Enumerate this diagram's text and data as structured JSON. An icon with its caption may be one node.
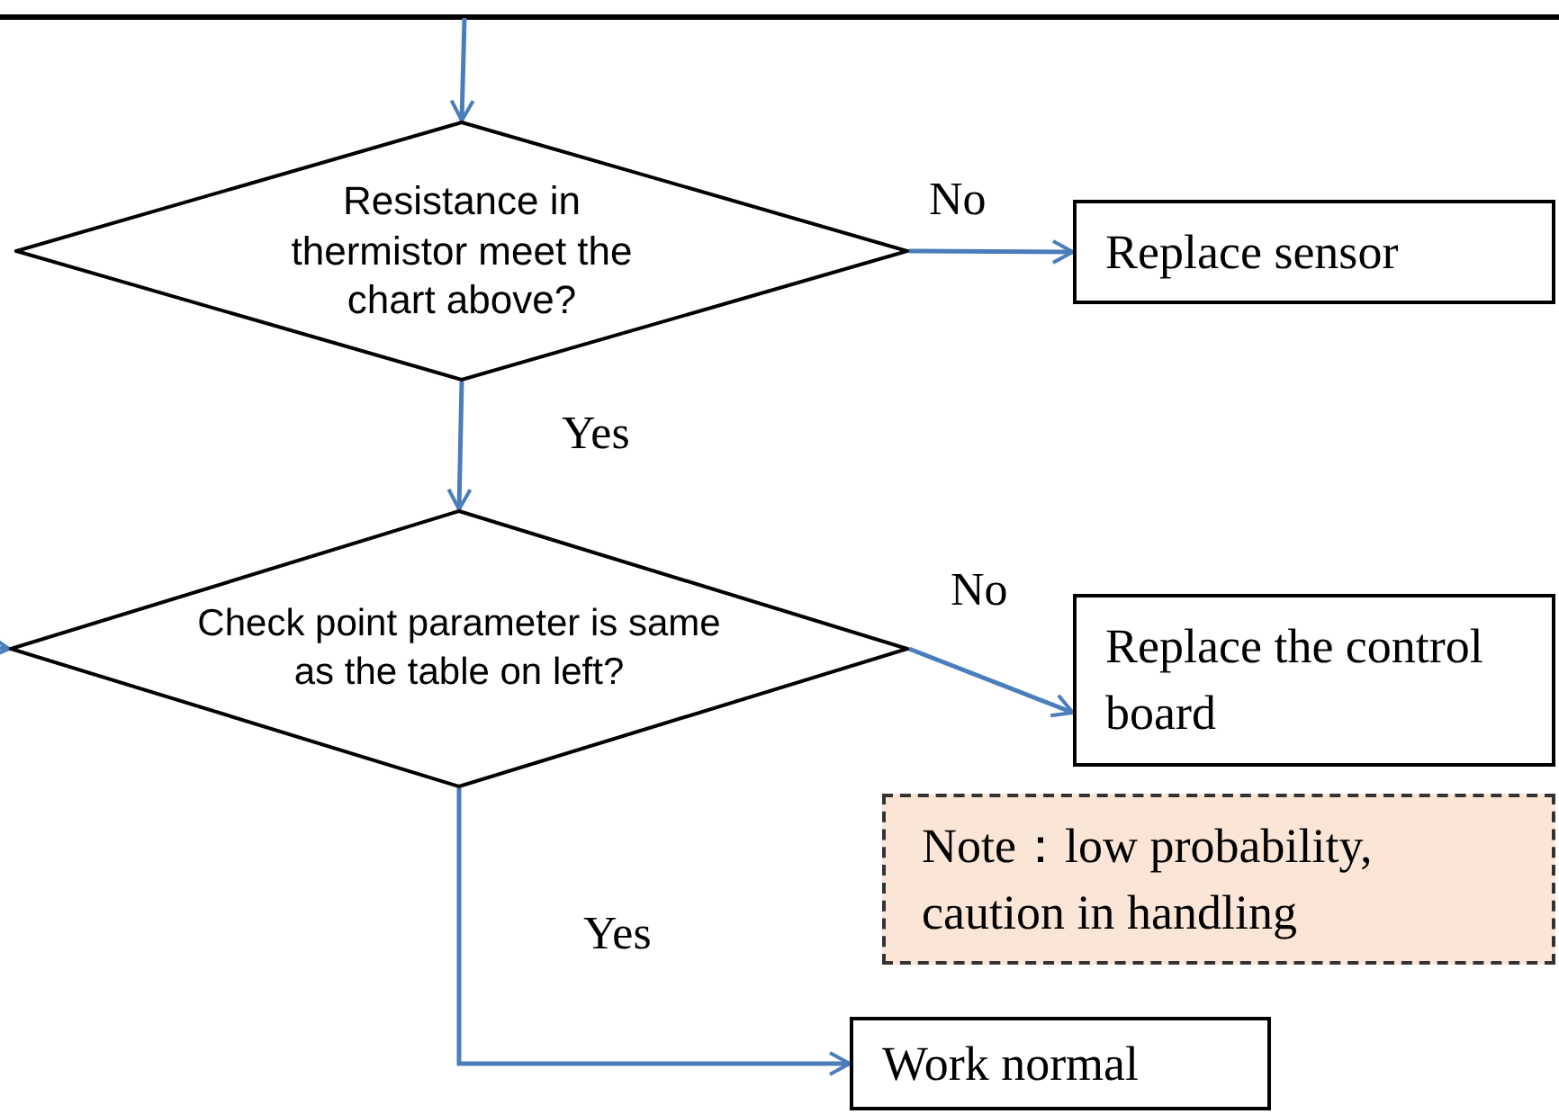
{
  "diagram": {
    "nodes": [
      {
        "text": [
          "Resistance in thermistor meet the chart above?"
        ]
      },
      {
        "text": [
          "Replace sensor"
        ]
      },
      {
        "text": [
          "Check point parameter is same as the table on left?"
        ]
      },
      {
        "text": [
          "Replace the control board"
        ]
      },
      {
        "text": [
          "Note：low probability, caution in handling"
        ]
      },
      {
        "text": [
          "Work normal"
        ]
      }
    ],
    "edges": [
      {
        "from": null,
        "to": 0,
        "arrow": "to"
      },
      {
        "from": 0,
        "to": 1,
        "arrow": "to",
        "label": "No"
      },
      {
        "from": 0,
        "to": 2,
        "arrow": "to",
        "label": "Yes"
      },
      {
        "from": 2,
        "to": 3,
        "arrow": "to",
        "label": "No"
      },
      {
        "from": 2,
        "to": 5,
        "arrow": "to",
        "label": "Yes"
      },
      {
        "from": null,
        "to": 2,
        "arrow": "to"
      }
    ]
  }
}
